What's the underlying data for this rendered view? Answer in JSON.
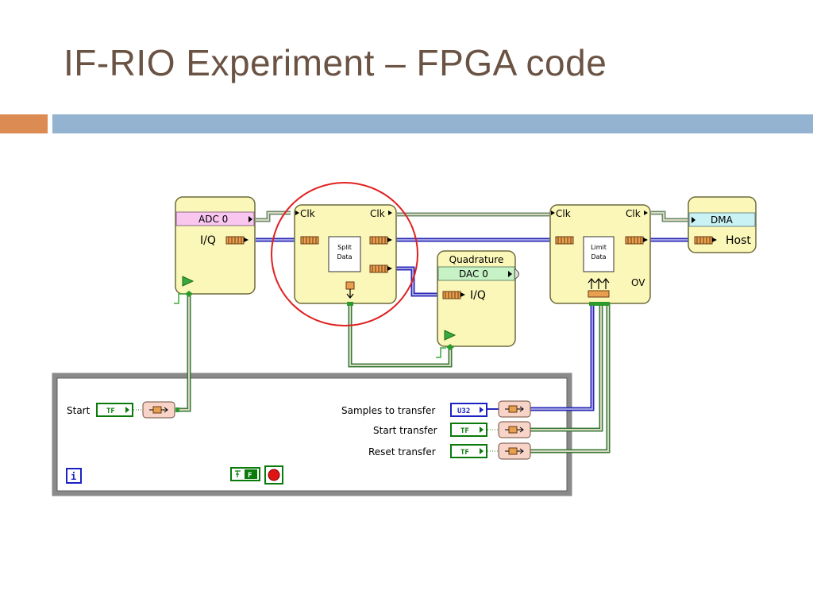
{
  "slide": {
    "title": "IF-RIO Experiment – FPGA code"
  },
  "diagram": {
    "adc": {
      "header": "ADC 0",
      "port": "I/Q"
    },
    "split": {
      "clk_in": "Clk",
      "clk_out": "Clk",
      "label_line1": "Split",
      "label_line2": "Data"
    },
    "quadrature": {
      "title": "Quadrature",
      "header": "DAC 0",
      "port": "I/Q"
    },
    "limit": {
      "clk_in": "Clk",
      "clk_out": "Clk",
      "label_line1": "Limit",
      "label_line2": "Data",
      "overflow": "OV"
    },
    "dma": {
      "header": "DMA",
      "port": "Host"
    },
    "loop": {
      "start_label": "Start",
      "samples_label": "Samples to transfer",
      "start_transfer_label": "Start transfer",
      "reset_transfer_label": "Reset transfer",
      "bool_text": "TF",
      "u32_text": "U32",
      "stop_const": "F",
      "iteration": "i"
    }
  }
}
